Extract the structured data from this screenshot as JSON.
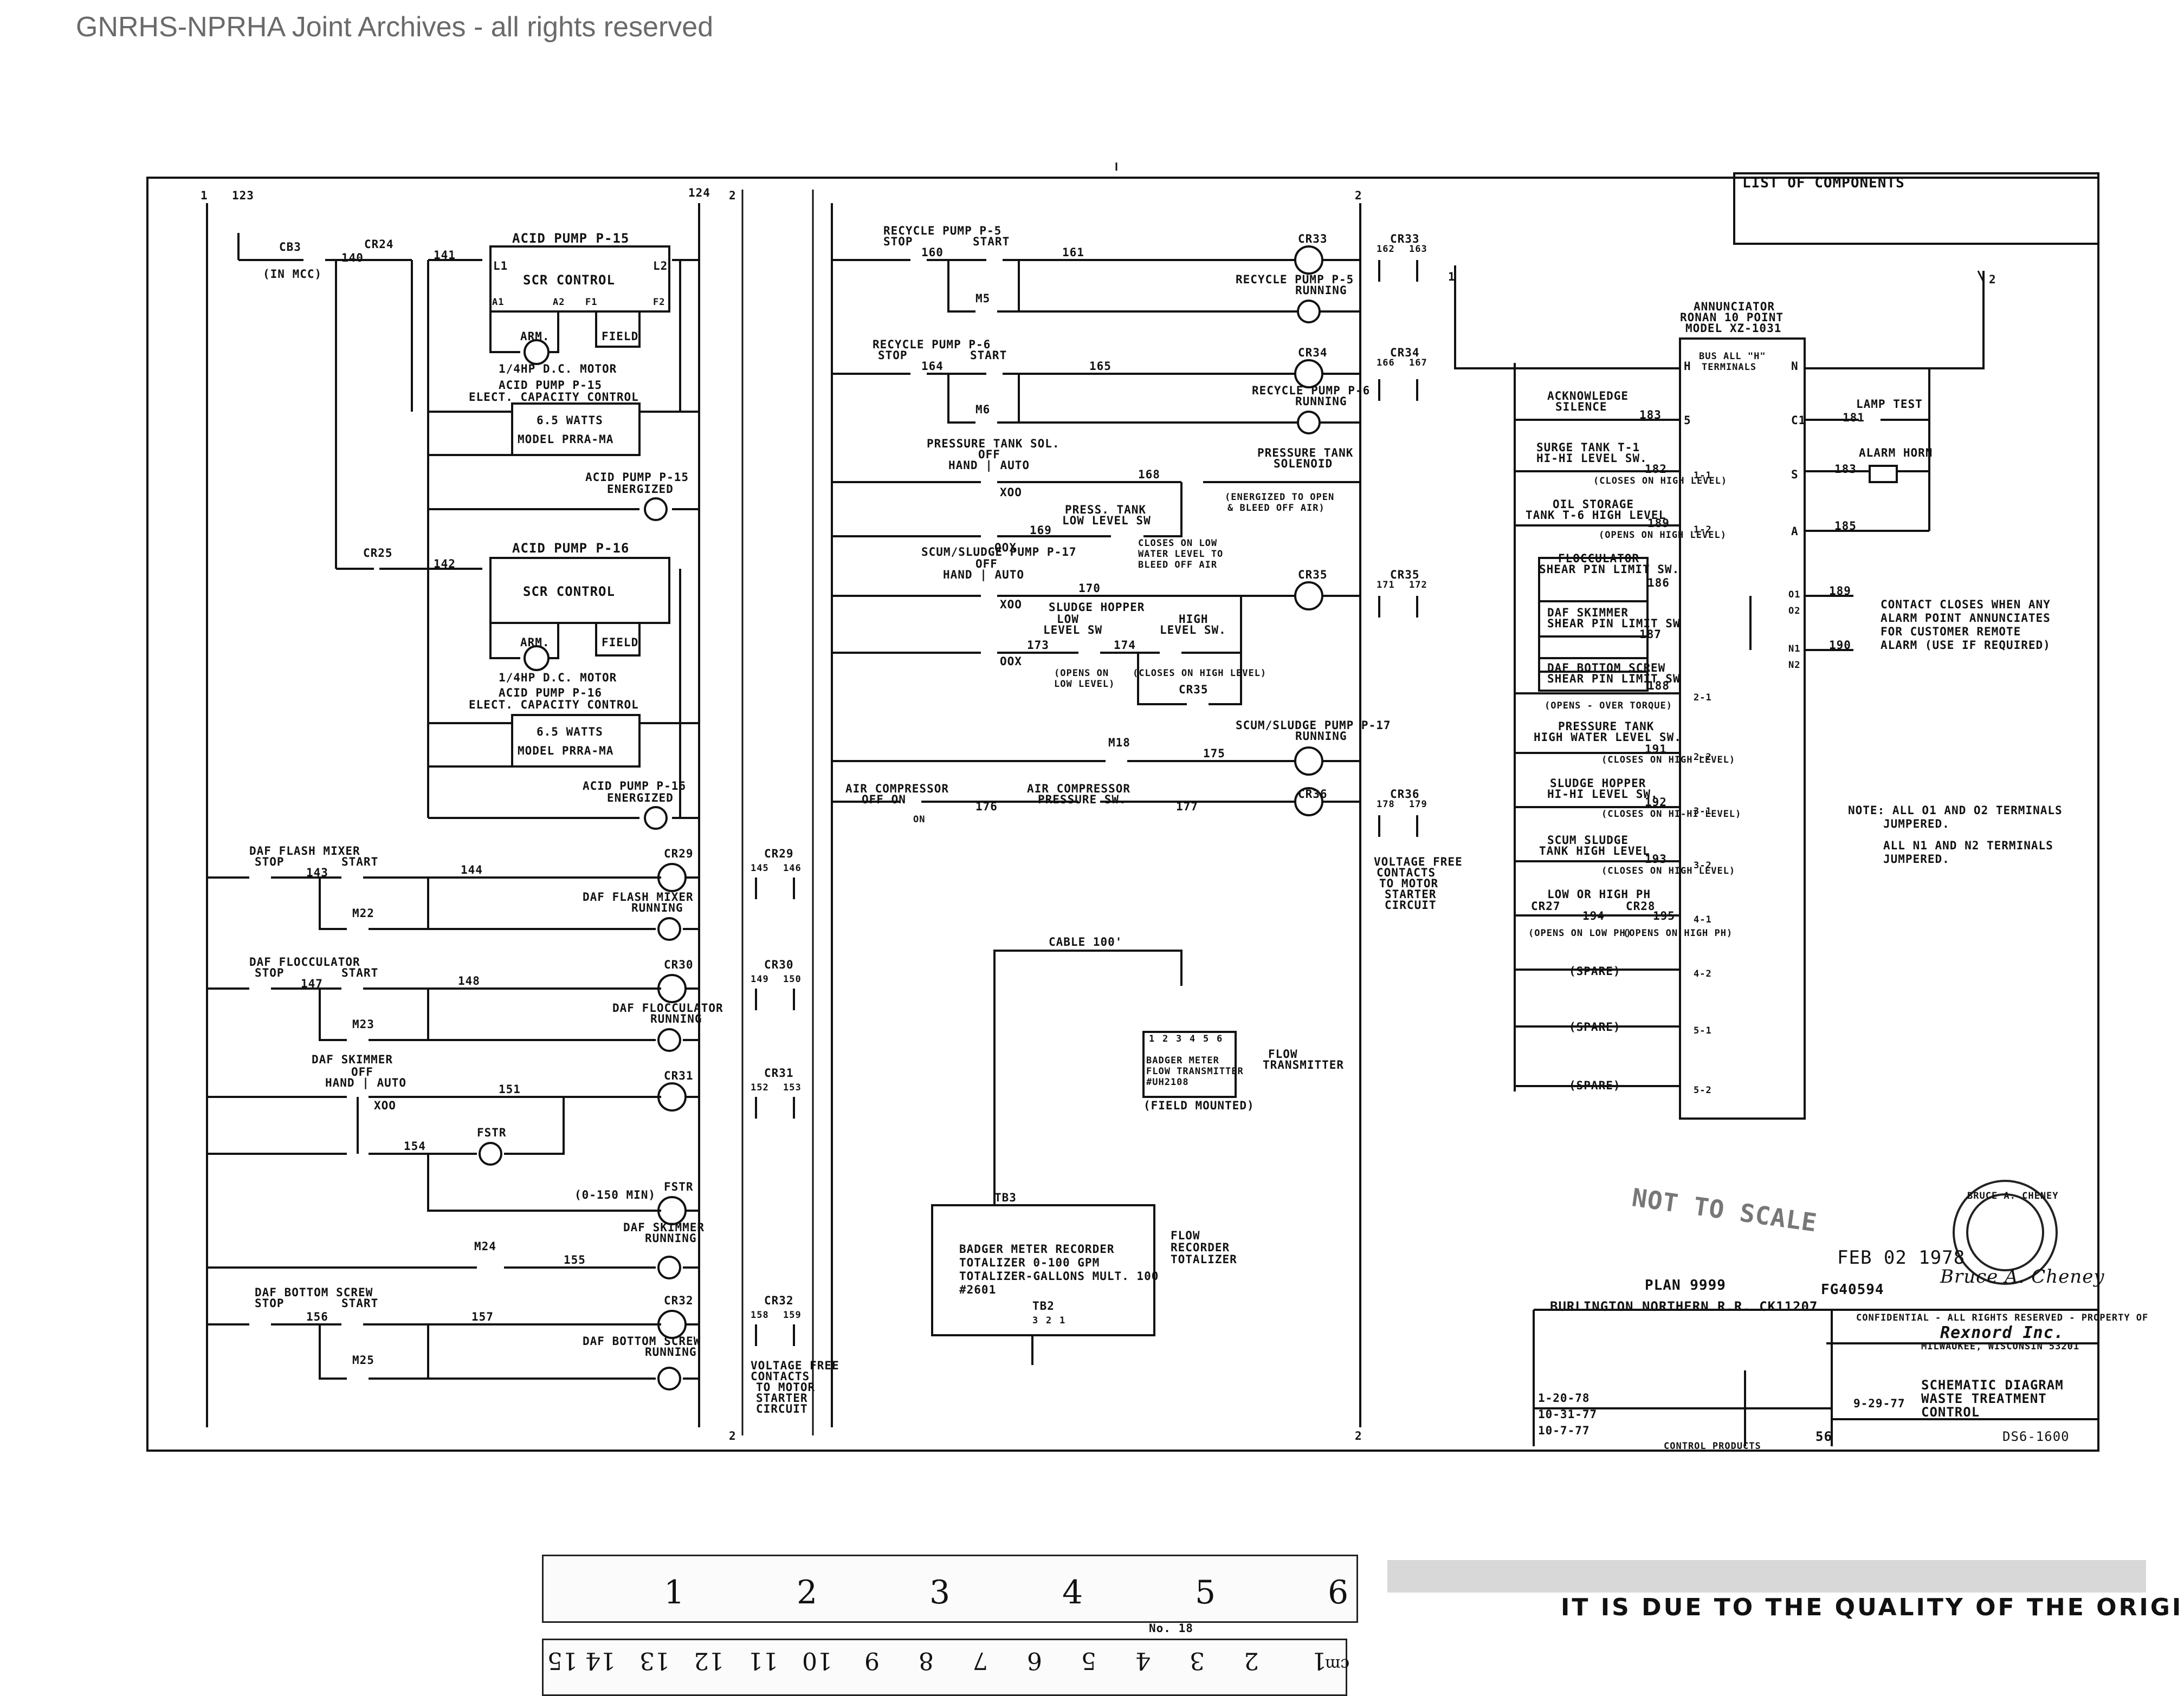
{
  "watermark": "GNRHS-NPRHA Joint Archives - all rights reserved",
  "rail_labels": {
    "l1": "1",
    "l123": "123",
    "l124": "124",
    "l2a": "2",
    "l2b": "2",
    "l2c": "2",
    "l2d": "2",
    "l2e": "2",
    "l1b": "1"
  },
  "left_column": {
    "cb3": "CB3",
    "in_mcc": "(IN MCC)",
    "cr24": "CR24",
    "w140": "140",
    "w141": "141",
    "w142": "142",
    "cr25": "CR25",
    "p15_title": "ACID PUMP P-15",
    "p16_title": "ACID PUMP P-16",
    "scr_control": "SCR CONTROL",
    "arm": "ARM.",
    "field": "FIELD",
    "motor": "1/4HP D.C. MOTOR",
    "p15_elect": "ACID PUMP P-15",
    "p15_elect2": "ELECT. CAPACITY CONTROL",
    "p16_elect": "ACID PUMP P-16",
    "p16_elect2": "ELECT. CAPACITY CONTROL",
    "watts": "6.5 WATTS",
    "model": "MODEL PRRA-MA",
    "p15_energized1": "ACID PUMP P-15",
    "p15_energized2": "ENERGIZED",
    "p16_energized1": "ACID PUMP P-16",
    "p16_energized2": "ENERGIZED",
    "term_l1": "L1",
    "term_l2": "L2",
    "term_a1": "A1",
    "term_a2": "A2",
    "term_f1": "F1",
    "term_f2": "F2",
    "flash_mixer": "DAF FLASH MIXER",
    "stop": "STOP",
    "start": "START",
    "w143": "143",
    "w144": "144",
    "cr29": "CR29",
    "m22": "M22",
    "flash_running1": "DAF FLASH MIXER",
    "flash_running2": "RUNNING",
    "flocculator": "DAF FLOCCULATOR",
    "w147": "147",
    "w148": "148",
    "cr30": "CR30",
    "m23": "M23",
    "floc_running1": "DAF FLOCCULATOR",
    "floc_running2": "RUNNING",
    "skimmer": "DAF SKIMMER",
    "off": "OFF",
    "hand_auto": "HAND | AUTO",
    "w151": "151",
    "cr31": "CR31",
    "xoo": "XOO",
    "fstr": "FSTR",
    "w154": "154",
    "range": "(0-150 MIN)",
    "skim_running1": "DAF SKIMMER",
    "skim_running2": "RUNNING",
    "m24": "M24",
    "w155": "155",
    "bottom_screw": "DAF BOTTOM SCREW",
    "w156": "156",
    "w157": "157",
    "cr32": "CR32",
    "m25": "M25",
    "bs_running1": "DAF BOTTOM SCREW",
    "bs_running2": "RUNNING",
    "cr29c": "CR29",
    "cr30c": "CR30",
    "cr31c": "CR31",
    "cr32c": "CR32",
    "t145": "145",
    "t146": "146",
    "t149": "149",
    "t150": "150",
    "t152": "152",
    "t153": "153",
    "t158": "158",
    "t159": "159",
    "vf1": "VOLTAGE FREE",
    "vf2": "CONTACTS",
    "vf3": "TO MOTOR",
    "vf4": "STARTER",
    "vf5": "CIRCUIT"
  },
  "middle_column": {
    "recycle_p5": "RECYCLE PUMP P-5",
    "stop": "STOP",
    "start": "START",
    "w160": "160",
    "w161": "161",
    "cr33": "CR33",
    "m5": "M5",
    "p5_running1": "RECYCLE PUMP P-5",
    "p5_running2": "RUNNING",
    "recycle_p6": "RECYCLE PUMP P-6",
    "w164": "164",
    "w165": "165",
    "cr34": "CR34",
    "m6": "M6",
    "p6_running1": "RECYCLE PUMP P-6",
    "p6_running2": "RUNNING",
    "pts": "PRESSURE TANK SOL.",
    "off": "OFF",
    "hand_auto": "HAND | AUTO",
    "w168": "168",
    "xoo": "XOO",
    "oox": "OOX",
    "pts_solenoid1": "PRESSURE TANK",
    "pts_solenoid2": "SOLENOID",
    "energized_open1": "(ENERGIZED TO OPEN",
    "energized_open2": "& BLEED OFF AIR)",
    "w169": "169",
    "press_tank1": "PRESS. TANK",
    "press_tank2": "LOW LEVEL SW",
    "closes_low1": "CLOSES ON LOW",
    "closes_low2": "WATER LEVEL TO",
    "closes_low3": "BLEED OFF AIR",
    "scum_p17": "SCUM/SLUDGE PUMP P-17",
    "w170": "170",
    "cr35": "CR35",
    "sludge_hopper": "SLUDGE HOPPER",
    "low": "LOW",
    "level_sw": "LEVEL SW",
    "high": "HIGH",
    "level_sw2": "LEVEL SW.",
    "w173": "173",
    "w174": "174",
    "opens_low1": "(OPENS ON",
    "opens_low2": "LOW LEVEL)",
    "closes_high": "(CLOSES ON HIGH LEVEL)",
    "m18": "M18",
    "w175": "175",
    "scum_running1": "SCUM/SLUDGE PUMP P-17",
    "scum_running2": "RUNNING",
    "air_comp": "AIR COMPRESSOR",
    "off_on": "OFF   ON",
    "on": "ON",
    "w176": "176",
    "air_press1": "AIR COMPRESSOR",
    "air_press2": "PRESSURE SW.",
    "w177": "177",
    "cr36": "CR36",
    "cr33c": "CR33",
    "cr34c": "CR34",
    "cr35c": "CR35",
    "cr36c": "CR36",
    "t162": "162",
    "t163": "163",
    "t166": "166",
    "t167": "167",
    "t171": "171",
    "t172": "172",
    "t178": "178",
    "t179": "179",
    "vf1": "VOLTAGE FREE",
    "vf2": "CONTACTS",
    "vf3": "TO MOTOR",
    "vf4": "STARTER",
    "vf5": "CIRCUIT",
    "cable": "CABLE 100'",
    "ft_t1": "1",
    "ft_t2": "2",
    "ft_t3": "3",
    "ft_t4": "4",
    "ft_t5": "5",
    "ft_t6": "6",
    "ft_name1": "BADGER METER",
    "ft_name2": "FLOW TRANSMITTER",
    "ft_name3": "#UH2108",
    "ft_mounted": "(FIELD MOUNTED)",
    "flow_trans1": "FLOW",
    "flow_trans2": "TRANSMITTER",
    "tb3": "TB3",
    "tb2": "TB2",
    "rec1": "BADGER METER RECORDER",
    "rec2": "TOTALIZER 0-100 GPM",
    "rec3": "TOTALIZER-GALLONS MULT. 100",
    "rec4": "#2601",
    "flow_rec1": "FLOW",
    "flow_rec2": "RECORDER",
    "flow_rec3": "TOTALIZER",
    "tb2_t1": "3",
    "tb2_t2": "2",
    "tb2_t3": "1"
  },
  "right_column": {
    "annunciator1": "ANNUNCIATOR",
    "annunciator2": "RONAN 10 POINT",
    "annunciator3": "MODEL XZ-1031",
    "bus1": "BUS ALL \"H\"",
    "bus2": "TERMINALS",
    "ack1": "ACKNOWLEDGE",
    "ack2": "SILENCE",
    "w183": "183",
    "surge1": "SURGE TANK T-1",
    "surge2": "HI-HI LEVEL SW.",
    "w182": "182",
    "closes_high": "(CLOSES ON HIGH LEVEL)",
    "oil1": "OIL STORAGE",
    "oil2": "TANK T-6 HIGH LEVEL",
    "w189": "189",
    "opens_high": "(OPENS ON HIGH LEVEL)",
    "flocc1": "FLOCCULATOR",
    "flocc2": "SHEAR PIN LIMIT SW.",
    "w186": "186",
    "skim1": "DAF SKIMMER",
    "skim2": "SHEAR PIN LIMIT SW",
    "w187": "187",
    "bscrew1": "DAF BOTTOM SCREW",
    "bscrew2": "SHEAR PIN LIMIT SW",
    "w188": "188",
    "opens_torque": "(OPENS - OVER TORQUE)",
    "ptank1": "PRESSURE TANK",
    "ptank2": "HIGH WATER LEVEL SW.",
    "w191": "191",
    "closes_high2": "(CLOSES ON HIGH LEVEL)",
    "shop1": "SLUDGE HOPPER",
    "shop2": "HI-HI LEVEL SW.",
    "w192": "192",
    "closes_hihi": "(CLOSES ON HI-HI LEVEL)",
    "scum1": "SCUM SLUDGE",
    "scum2": "TANK HIGH LEVEL",
    "w193": "193",
    "closes_high3": "(CLOSES ON HIGH LEVEL)",
    "lowhigh": "LOW OR HIGH PH",
    "cr27": "CR27",
    "cr28": "CR28",
    "w194": "194",
    "w195": "195",
    "opens_lowph": "(OPENS ON LOW PH)",
    "opens_highph": "(OPENS ON HIGH PH)",
    "spare1": "(SPARE)",
    "spare2": "(SPARE)",
    "spare3": "(SPARE)",
    "lamp_test": "LAMP TEST",
    "w181": "181",
    "alarm_horn": "ALARM HORN",
    "w185": "185",
    "w189b": "189",
    "w190": "190",
    "contact1": "CONTACT CLOSES WHEN ANY",
    "contact2": "ALARM POINT ANNUNCIATES",
    "contact3": "FOR CUSTOMER REMOTE",
    "contact4": "ALARM (USE IF REQUIRED)",
    "note1": "NOTE: ALL  O1  AND  O2  TERMINALS",
    "note2": "JUMPERED.",
    "note3": "ALL  N1  AND  N2  TERMINALS",
    "note4": "JUMPERED.",
    "term_H": "H",
    "term_N": "N",
    "term_5": "5",
    "term_C1": "C1",
    "term_S": "S",
    "term_A": "A",
    "term_O1": "O1",
    "term_O2": "O2",
    "term_N1": "N1",
    "term_N2": "N2",
    "tl_1_1": "1-1",
    "tl_1_2": "1-2",
    "tl_2_1": "2-1",
    "tl_2_2": "2-2",
    "tl_3_1": "3-1",
    "tl_3_2": "3-2",
    "tl_4_1": "4-1",
    "tl_4_2": "4-2",
    "tl_5_1": "5-1",
    "tl_5_2": "5-2"
  },
  "title_block": {
    "list_of_components": "LIST OF COMPONENTS",
    "not_to_scale": "NOT TO SCALE",
    "date_stamp": "FEB 02 1978",
    "plan": "PLAN 9999",
    "fg": "FG40594",
    "bn": "BURLINGTON NORTHERN R.R. CK11207",
    "confidential": "CONFIDENTIAL - ALL RIGHTS RESERVED - PROPERTY OF",
    "company": "Rexnord Inc.",
    "city": "MILWAUKEE, WISCONSIN 53201",
    "title1": "SCHEMATIC DIAGRAM",
    "title2": "WASTE TREATMENT",
    "title3": "CONTROL",
    "dwg_no": "DS6-1600",
    "sheet": "56",
    "control_products": "CONTROL PRODUCTS",
    "date1": "9-29-77",
    "rev1": "1-20-78",
    "rev2": "10-31-77",
    "rev3": "10-7-77",
    "seal_name": "BRUCE A. CHENEY",
    "signature": "Bruce A. Cheney"
  },
  "rulers": {
    "top": [
      "1",
      "2",
      "3",
      "4",
      "5",
      "6"
    ],
    "bottom": [
      "1",
      "2",
      "3",
      "4",
      "5",
      "6",
      "7",
      "8",
      "9",
      "10",
      "11",
      "12",
      "13",
      "14",
      "15"
    ],
    "bottom_unit": "cm",
    "no18": "No. 18"
  },
  "scan_note": "IT IS DUE TO THE QUALITY OF THE ORIGINAL."
}
